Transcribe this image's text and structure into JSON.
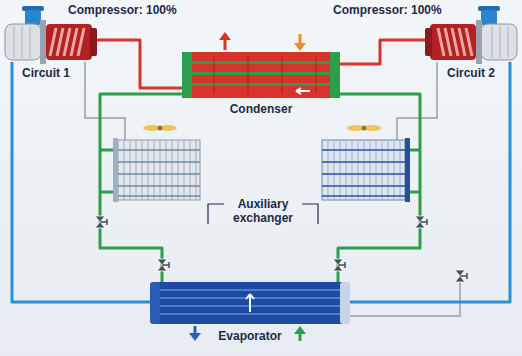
{
  "diagram": {
    "nodes": [
      {
        "text": [
          "Compressor: 100%",
          "Circuit 1"
        ]
      },
      {
        "text": [
          "Compressor: 100%",
          "Circuit 2"
        ]
      },
      {
        "text": [
          "Condenser"
        ]
      },
      {
        "text": [
          "Evaporator"
        ]
      }
    ],
    "edges": [
      {
        "from": 0,
        "to": 2,
        "arrow": "none"
      },
      {
        "from": 1,
        "to": 2,
        "arrow": "none"
      },
      {
        "from": 2,
        "to": 3,
        "arrow": "none"
      },
      {
        "from": 2,
        "to": 3,
        "arrow": "none"
      },
      {
        "from": 3,
        "to": 0,
        "arrow": "none"
      },
      {
        "from": 3,
        "to": 1,
        "arrow": "none"
      }
    ],
    "labels": [
      "Auxiliary exchanger"
    ]
  }
}
